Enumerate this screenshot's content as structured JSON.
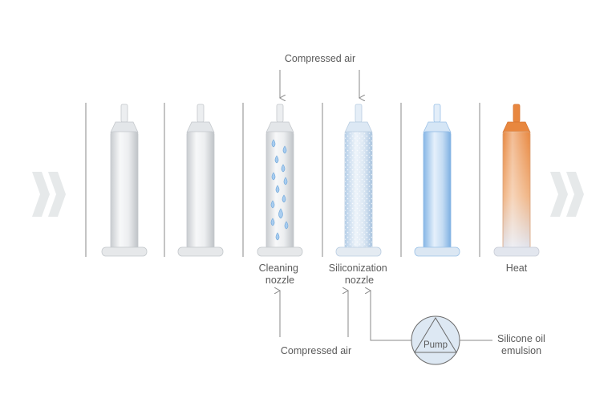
{
  "labels": {
    "compressed_air_top": "Compressed air",
    "cleaning_nozzle_line1": "Cleaning",
    "cleaning_nozzle_line2": "nozzle",
    "siliconization_nozzle_line1": "Siliconization",
    "siliconization_nozzle_line2": "nozzle",
    "heat": "Heat",
    "compressed_air_bottom": "Compressed air",
    "pump": "Pump",
    "silicone_oil_line1": "Silicone oil",
    "silicone_oil_line2": "emulsion"
  },
  "syringes": [
    {
      "stage": "plain",
      "color": "#d9dcdf"
    },
    {
      "stage": "plain",
      "color": "#d9dcdf"
    },
    {
      "stage": "cleaning",
      "color": "#dfe2e5"
    },
    {
      "stage": "siliconization",
      "color": "#cfe0f1"
    },
    {
      "stage": "siliconized",
      "color": "#a9cdf0"
    },
    {
      "stage": "heated",
      "color": "#e99a5c"
    }
  ],
  "colors": {
    "accent_blue": "#a9cdf0",
    "heat_orange": "#e99a5c",
    "pump_fill": "#dde8f3",
    "chevron": "#e6e9ea"
  },
  "icons": [
    "chevron-right-left-icon",
    "chevron-right-right-icon",
    "pump-icon",
    "water-drop-icon"
  ]
}
